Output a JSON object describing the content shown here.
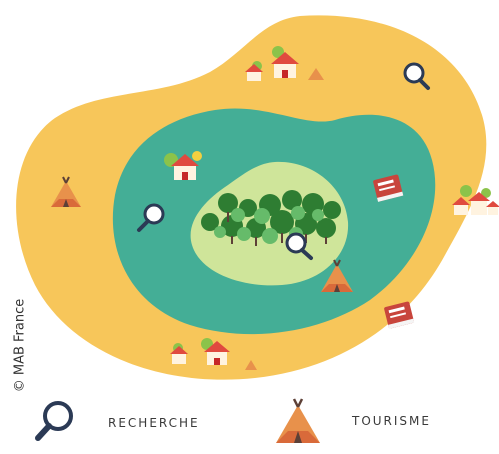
{
  "credit": "© MAB France",
  "legend": {
    "research": {
      "label": "RECHERCHE",
      "icon": "magnifier-icon"
    },
    "tourism": {
      "label": "TOURISME",
      "icon": "tipi-tent-icon"
    }
  },
  "zones": {
    "core": "forest-core-zone",
    "buffer": "teal-buffer-zone",
    "transition": "sand-transition-zone"
  },
  "colors": {
    "transition": "#F7C65A",
    "buffer": "#44AE96",
    "core": "#CFE59A",
    "tree_dark": "#2E7D32",
    "tree_light": "#66BB6A",
    "house_roof": "#E04A3F",
    "tent": "#E8914B",
    "book": "#C8453C"
  }
}
